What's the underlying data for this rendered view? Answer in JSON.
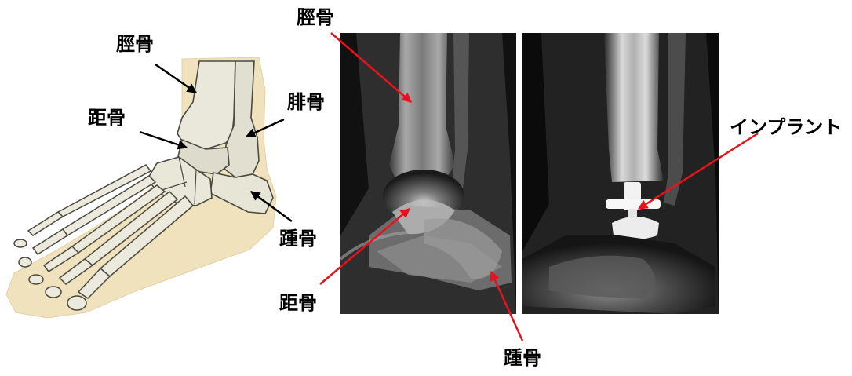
{
  "illustration": {
    "labels": {
      "tibia": "脛骨",
      "talus": "距骨",
      "fibula": "腓骨",
      "calcaneus": "踵骨"
    }
  },
  "xray_preop": {
    "labels": {
      "tibia": "脛骨",
      "talus": "距骨",
      "calcaneus": "踵骨"
    }
  },
  "xray_postop": {
    "labels": {
      "implant": "インプラント"
    }
  },
  "colors": {
    "skin": "#efe2bd",
    "bone": "#e9e8da",
    "bone_outline": "#4a4a42",
    "arrow_black": "#000000",
    "arrow_red": "#e8121b",
    "xray_dark": "#0c0c0c",
    "xray_bone": "#9a9a9a"
  }
}
